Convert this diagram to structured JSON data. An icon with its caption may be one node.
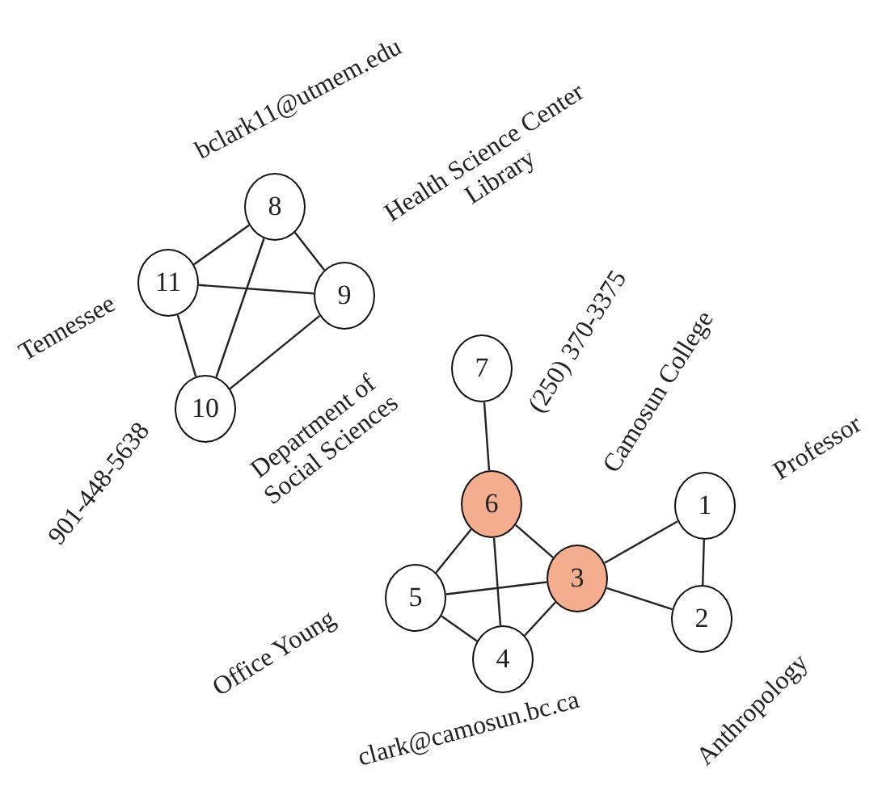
{
  "diagram": {
    "nodes": [
      {
        "text": [
          "8"
        ]
      },
      {
        "text": [
          "11"
        ]
      },
      {
        "text": [
          "9"
        ]
      },
      {
        "text": [
          "10"
        ]
      },
      {
        "text": [
          "7"
        ]
      },
      {
        "text": [
          "6"
        ]
      },
      {
        "text": [
          "1"
        ]
      },
      {
        "text": [
          "5"
        ]
      },
      {
        "text": [
          "3"
        ]
      },
      {
        "text": [
          "2"
        ]
      },
      {
        "text": [
          "4"
        ]
      }
    ],
    "edges": [
      {
        "from": 1,
        "to": 0,
        "arrow": "none"
      },
      {
        "from": 0,
        "to": 2,
        "arrow": "none"
      },
      {
        "from": 1,
        "to": 2,
        "arrow": "none"
      },
      {
        "from": 0,
        "to": 3,
        "arrow": "none"
      },
      {
        "from": 1,
        "to": 3,
        "arrow": "none"
      },
      {
        "from": 2,
        "to": 3,
        "arrow": "none"
      },
      {
        "from": 4,
        "to": 5,
        "arrow": "none"
      },
      {
        "from": 5,
        "to": 7,
        "arrow": "none"
      },
      {
        "from": 5,
        "to": 10,
        "arrow": "none"
      },
      {
        "from": 5,
        "to": 8,
        "arrow": "none"
      },
      {
        "from": 7,
        "to": 8,
        "arrow": "none"
      },
      {
        "from": 7,
        "to": 10,
        "arrow": "none"
      },
      {
        "from": 10,
        "to": 8,
        "arrow": "none"
      },
      {
        "from": 8,
        "to": 6,
        "arrow": "none"
      },
      {
        "from": 8,
        "to": 9,
        "arrow": "none"
      },
      {
        "from": 6,
        "to": 9,
        "arrow": "none"
      }
    ],
    "labels": [
      "bclark11@utmem.edu",
      "Health Science Center Library",
      "Tennessee",
      "901-448-5638",
      "Department of Social Sciences",
      "(250) 370-3375",
      "Camosun College",
      "Professor",
      "Office Young",
      "clark@camosun.bc.ca",
      "Anthropology"
    ]
  }
}
